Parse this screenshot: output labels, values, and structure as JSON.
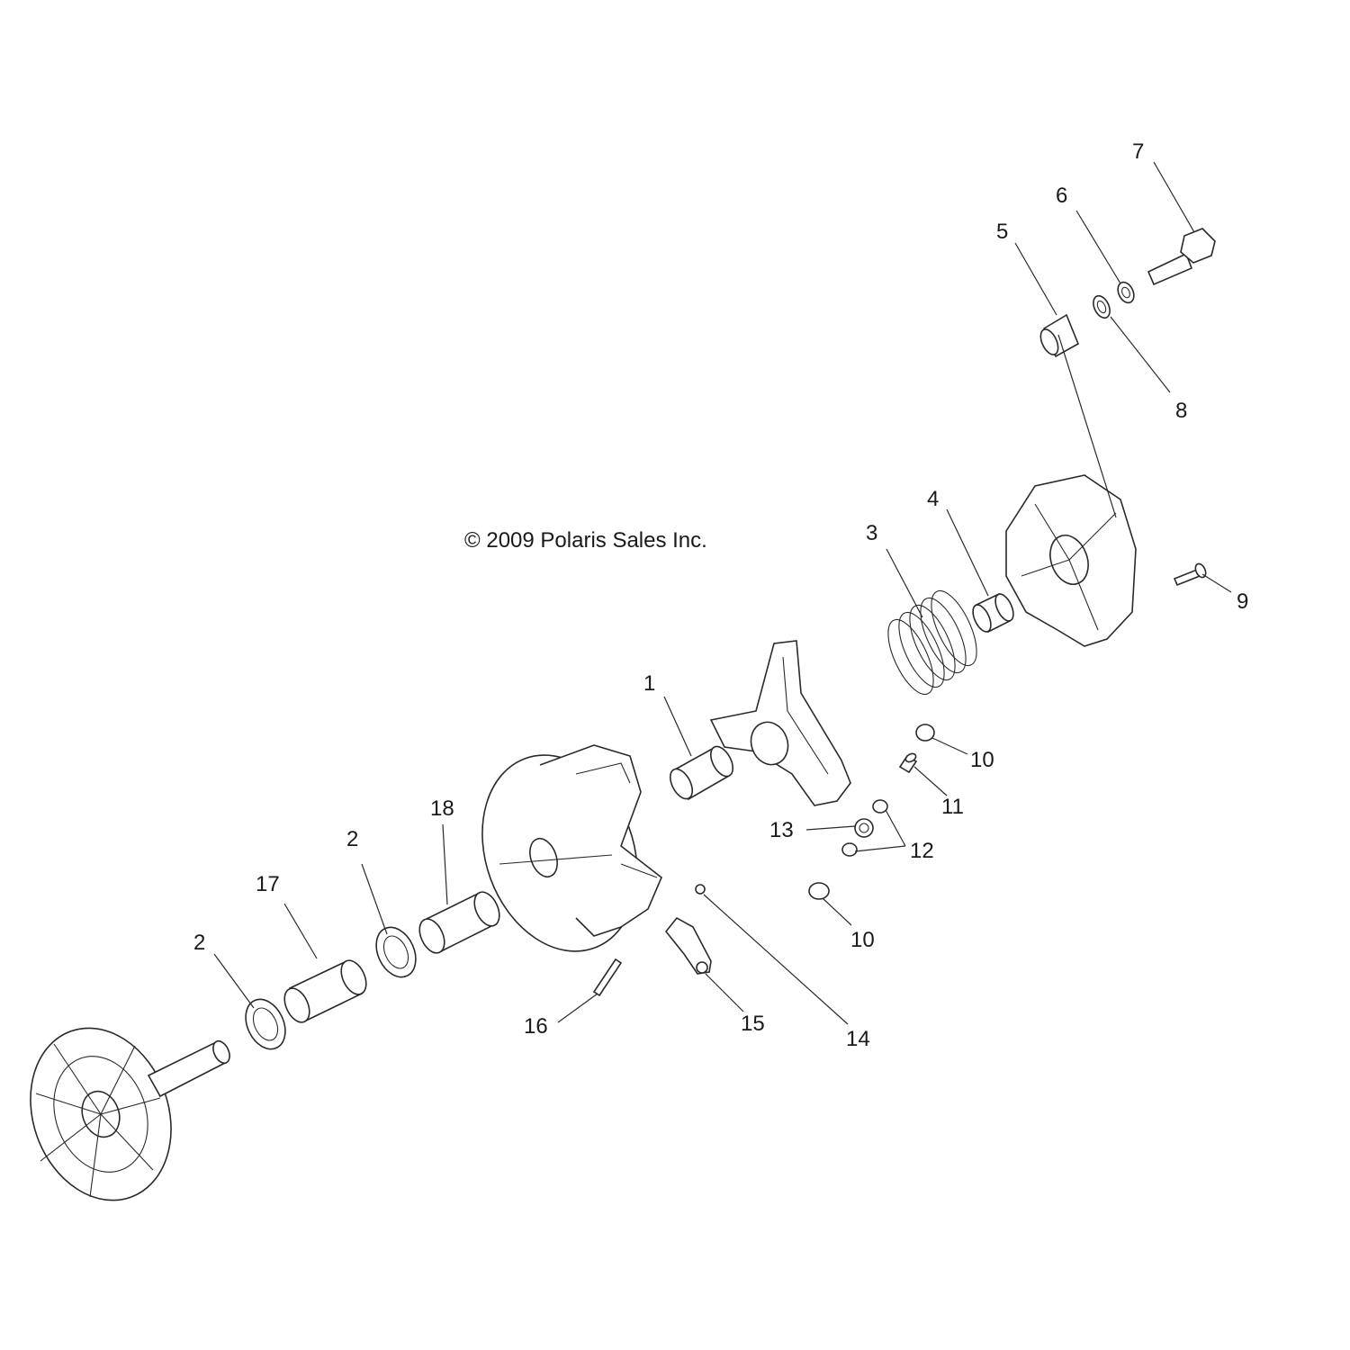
{
  "diagram": {
    "copyright": "© 2009 Polaris Sales Inc.",
    "callouts": [
      {
        "id": "c1",
        "label": "1"
      },
      {
        "id": "c2a",
        "label": "2"
      },
      {
        "id": "c2b",
        "label": "2"
      },
      {
        "id": "c3",
        "label": "3"
      },
      {
        "id": "c4",
        "label": "4"
      },
      {
        "id": "c5",
        "label": "5"
      },
      {
        "id": "c6",
        "label": "6"
      },
      {
        "id": "c7",
        "label": "7"
      },
      {
        "id": "c8",
        "label": "8"
      },
      {
        "id": "c9",
        "label": "9"
      },
      {
        "id": "c10a",
        "label": "10"
      },
      {
        "id": "c10b",
        "label": "10"
      },
      {
        "id": "c11",
        "label": "11"
      },
      {
        "id": "c12",
        "label": "12"
      },
      {
        "id": "c13",
        "label": "13"
      },
      {
        "id": "c14",
        "label": "14"
      },
      {
        "id": "c15",
        "label": "15"
      },
      {
        "id": "c16",
        "label": "16"
      },
      {
        "id": "c17",
        "label": "17"
      },
      {
        "id": "c18",
        "label": "18"
      }
    ]
  }
}
